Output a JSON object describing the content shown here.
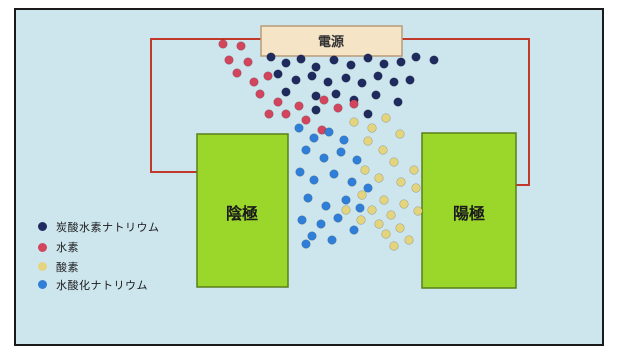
{
  "power_label": "電源",
  "cathode_label": "陰極",
  "anode_label": "陽極",
  "legend": [
    {
      "label": "炭酸水素ナトリウム",
      "color": "#1f2a5e"
    },
    {
      "label": "水素",
      "color": "#d2455d"
    },
    {
      "label": "酸素",
      "color": "#e4d47d"
    },
    {
      "label": "水酸化ナトリウム",
      "color": "#2f7fd9"
    }
  ],
  "colors": {
    "background": "#cde6ee",
    "electrode": "#9bd72b",
    "wire": "#c0392b",
    "power_box": "#f6e4c6"
  }
}
